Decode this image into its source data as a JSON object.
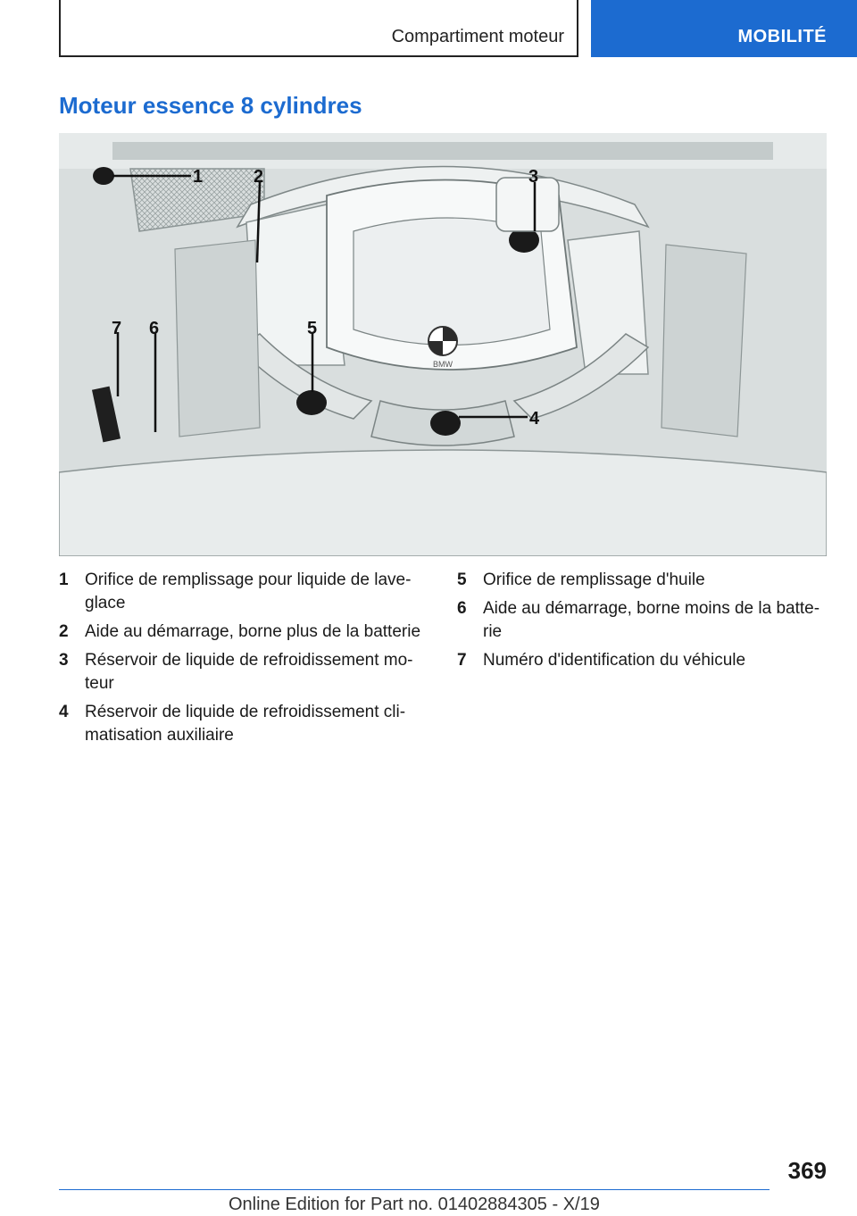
{
  "header": {
    "section": "Compartiment moteur",
    "tab": "MOBILITÉ"
  },
  "title": "Moteur essence 8 cylindres",
  "figure": {
    "callouts": [
      "1",
      "2",
      "3",
      "4",
      "5",
      "6",
      "7"
    ],
    "logo_text": "BMW"
  },
  "legend": {
    "left": [
      {
        "num": "1",
        "text": "Orifice de remplissage pour liquide de lave‐ glace"
      },
      {
        "num": "2",
        "text": "Aide au démarrage, borne plus de la batterie"
      },
      {
        "num": "3",
        "text": "Réservoir de liquide de refroidissement mo‐ teur"
      },
      {
        "num": "4",
        "text": "Réservoir de liquide de refroidissement cli‐ matisation auxiliaire"
      }
    ],
    "right": [
      {
        "num": "5",
        "text": "Orifice de remplissage d'huile"
      },
      {
        "num": "6",
        "text": "Aide au démarrage, borne moins de la batte‐ rie"
      },
      {
        "num": "7",
        "text": "Numéro d'identification du véhicule"
      }
    ]
  },
  "footer": {
    "page_number": "369",
    "edition": "Online Edition for Part no. 01402884305 - X/19"
  }
}
